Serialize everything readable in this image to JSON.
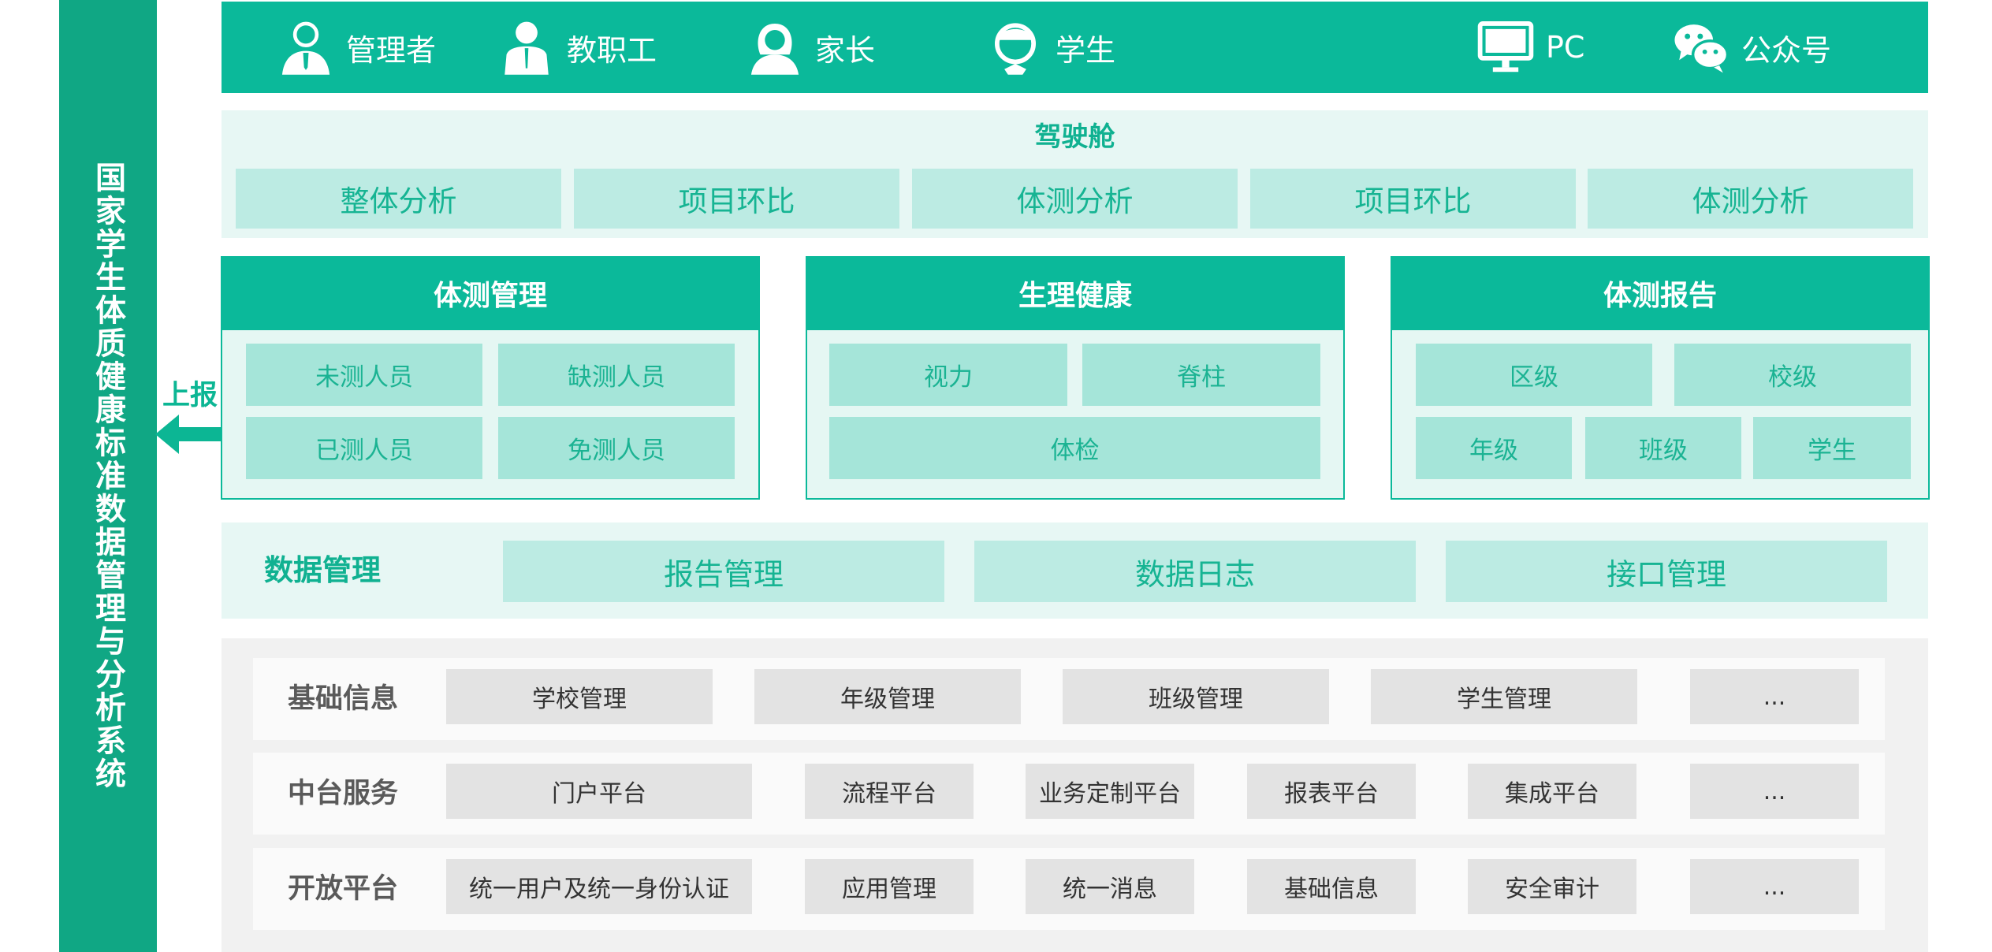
{
  "side_title": "国家学生体质健康标准数据管理与分析系统",
  "report_label": "上报",
  "user_bar": {
    "roles": [
      "管理者",
      "教职工",
      "家长",
      "学生"
    ],
    "channels": [
      "PC",
      "公众号"
    ]
  },
  "cockpit": {
    "title": "驾驶舱",
    "items": [
      "整体分析",
      "项目环比",
      "体测分析",
      "项目环比",
      "体测分析"
    ]
  },
  "modules": [
    {
      "title": "体测管理",
      "items": [
        "未测人员",
        "缺测人员",
        "已测人员",
        "免测人员"
      ]
    },
    {
      "title": "生理健康",
      "items": [
        "视力",
        "脊柱",
        "体检"
      ]
    },
    {
      "title": "体测报告",
      "items": [
        "区级",
        "校级",
        "年级",
        "班级",
        "学生"
      ]
    }
  ],
  "data_management": {
    "title": "数据管理",
    "items": [
      "报告管理",
      "数据日志",
      "接口管理"
    ]
  },
  "platform": {
    "rows": [
      {
        "label": "基础信息",
        "items": [
          "学校管理",
          "年级管理",
          "班级管理",
          "学生管理",
          "..."
        ]
      },
      {
        "label": "中台服务",
        "items": [
          "门户平台",
          "流程平台",
          "业务定制平台",
          "报表平台",
          "集成平台",
          "..."
        ]
      },
      {
        "label": "开放平台",
        "items": [
          "统一用户及统一身份认证",
          "应用管理",
          "统一消息",
          "基础信息",
          "安全审计",
          "..."
        ]
      }
    ]
  },
  "colors": {
    "primary": "#0bb99a",
    "side": "#10a784",
    "light_bg": "#e7f7f4",
    "cell": "#a5e5d9",
    "platform_bg": "#f1f1f1"
  }
}
